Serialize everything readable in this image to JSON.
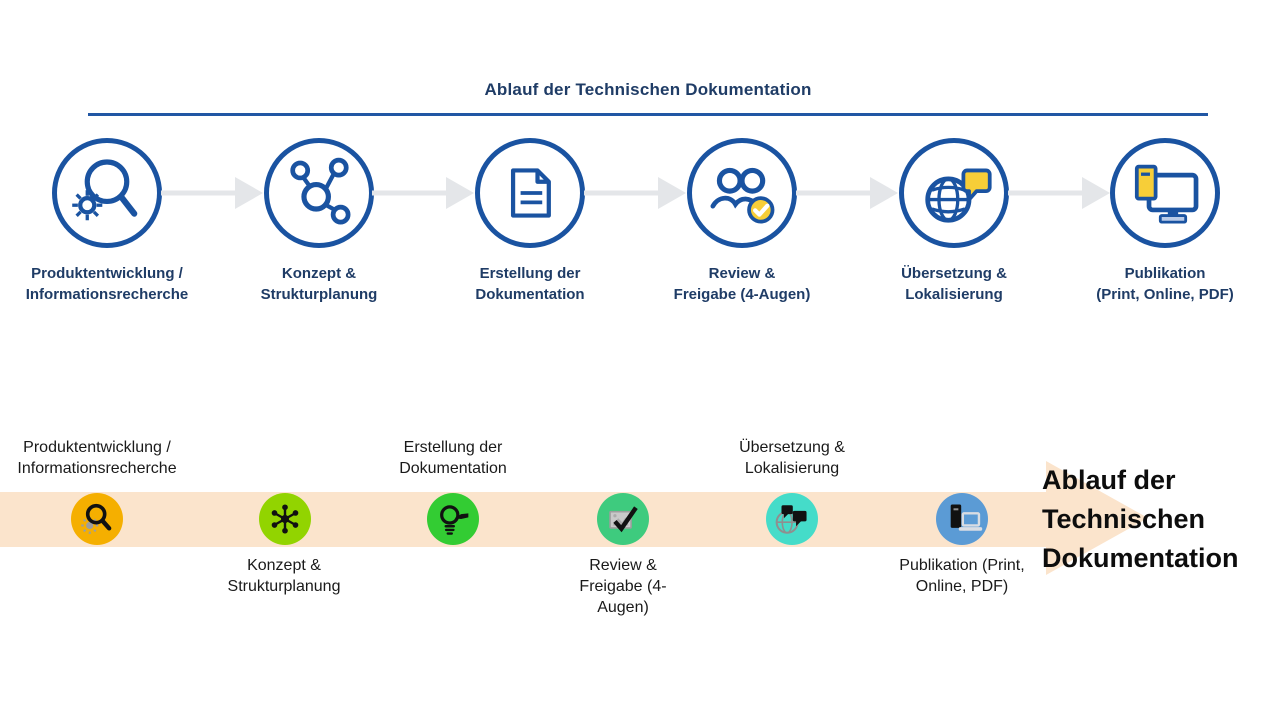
{
  "slide": {
    "background": "#FFFFFF"
  },
  "top_flow": {
    "title": "Ablauf der Technischen Dokumentation",
    "colors": {
      "title_text": "#1F3C66",
      "underline": "#2157A4",
      "circle_stroke": "#1A53A1",
      "arrow": "#E4E6E9",
      "accent_yellow": "#F7CE38"
    },
    "steps": [
      {
        "icon": "search-gear-icon",
        "lines": [
          "Produktentwicklung /",
          "Informationsrecherche"
        ]
      },
      {
        "icon": "network-nodes-icon",
        "lines": [
          "Konzept &",
          "Strukturplanung"
        ]
      },
      {
        "icon": "document-icon",
        "lines": [
          "Erstellung der",
          "Dokumentation"
        ]
      },
      {
        "icon": "people-check-icon",
        "lines": [
          "Review &",
          "Freigabe (4-Augen)"
        ]
      },
      {
        "icon": "globe-speech-icon",
        "lines": [
          "Übersetzung &",
          "Lokalisierung"
        ]
      },
      {
        "icon": "devices-icon",
        "lines": [
          "Publikation",
          "(Print, Online, PDF)"
        ]
      }
    ]
  },
  "bottom_flow": {
    "title": "Ablauf der Technischen Dokumentation",
    "title_lines": [
      "Ablauf der",
      "Technischen",
      "Dokumentation"
    ],
    "colors": {
      "band": "#FBE4CC",
      "title_text": "#0D0D0D",
      "label_text": "#1A1A1A",
      "step_circles": [
        "#F5AF00",
        "#92D400",
        "#33CC33",
        "#3ECB7E",
        "#45DCC9",
        "#5B9BD5"
      ]
    },
    "steps": [
      {
        "icon": "magnifier-gear-icon",
        "label_position": "above",
        "lines": [
          "Produktentwicklung /",
          "Informationsrecherche"
        ]
      },
      {
        "icon": "network-hub-icon",
        "label_position": "below",
        "lines": [
          "Konzept &",
          "Strukturplanung"
        ]
      },
      {
        "icon": "lightbulb-pencil-icon",
        "label_position": "above",
        "lines": [
          "Erstellung der",
          "Dokumentation"
        ]
      },
      {
        "icon": "image-check-icon",
        "label_position": "below",
        "lines": [
          "Review &",
          "Freigabe (4-",
          "Augen)"
        ]
      },
      {
        "icon": "globe-chat-icon",
        "label_position": "above",
        "lines": [
          "Übersetzung &",
          "Lokalisierung"
        ]
      },
      {
        "icon": "devices-laptop-icon",
        "label_position": "below",
        "lines": [
          "Publikation (Print,",
          "Online, PDF)"
        ]
      }
    ]
  }
}
